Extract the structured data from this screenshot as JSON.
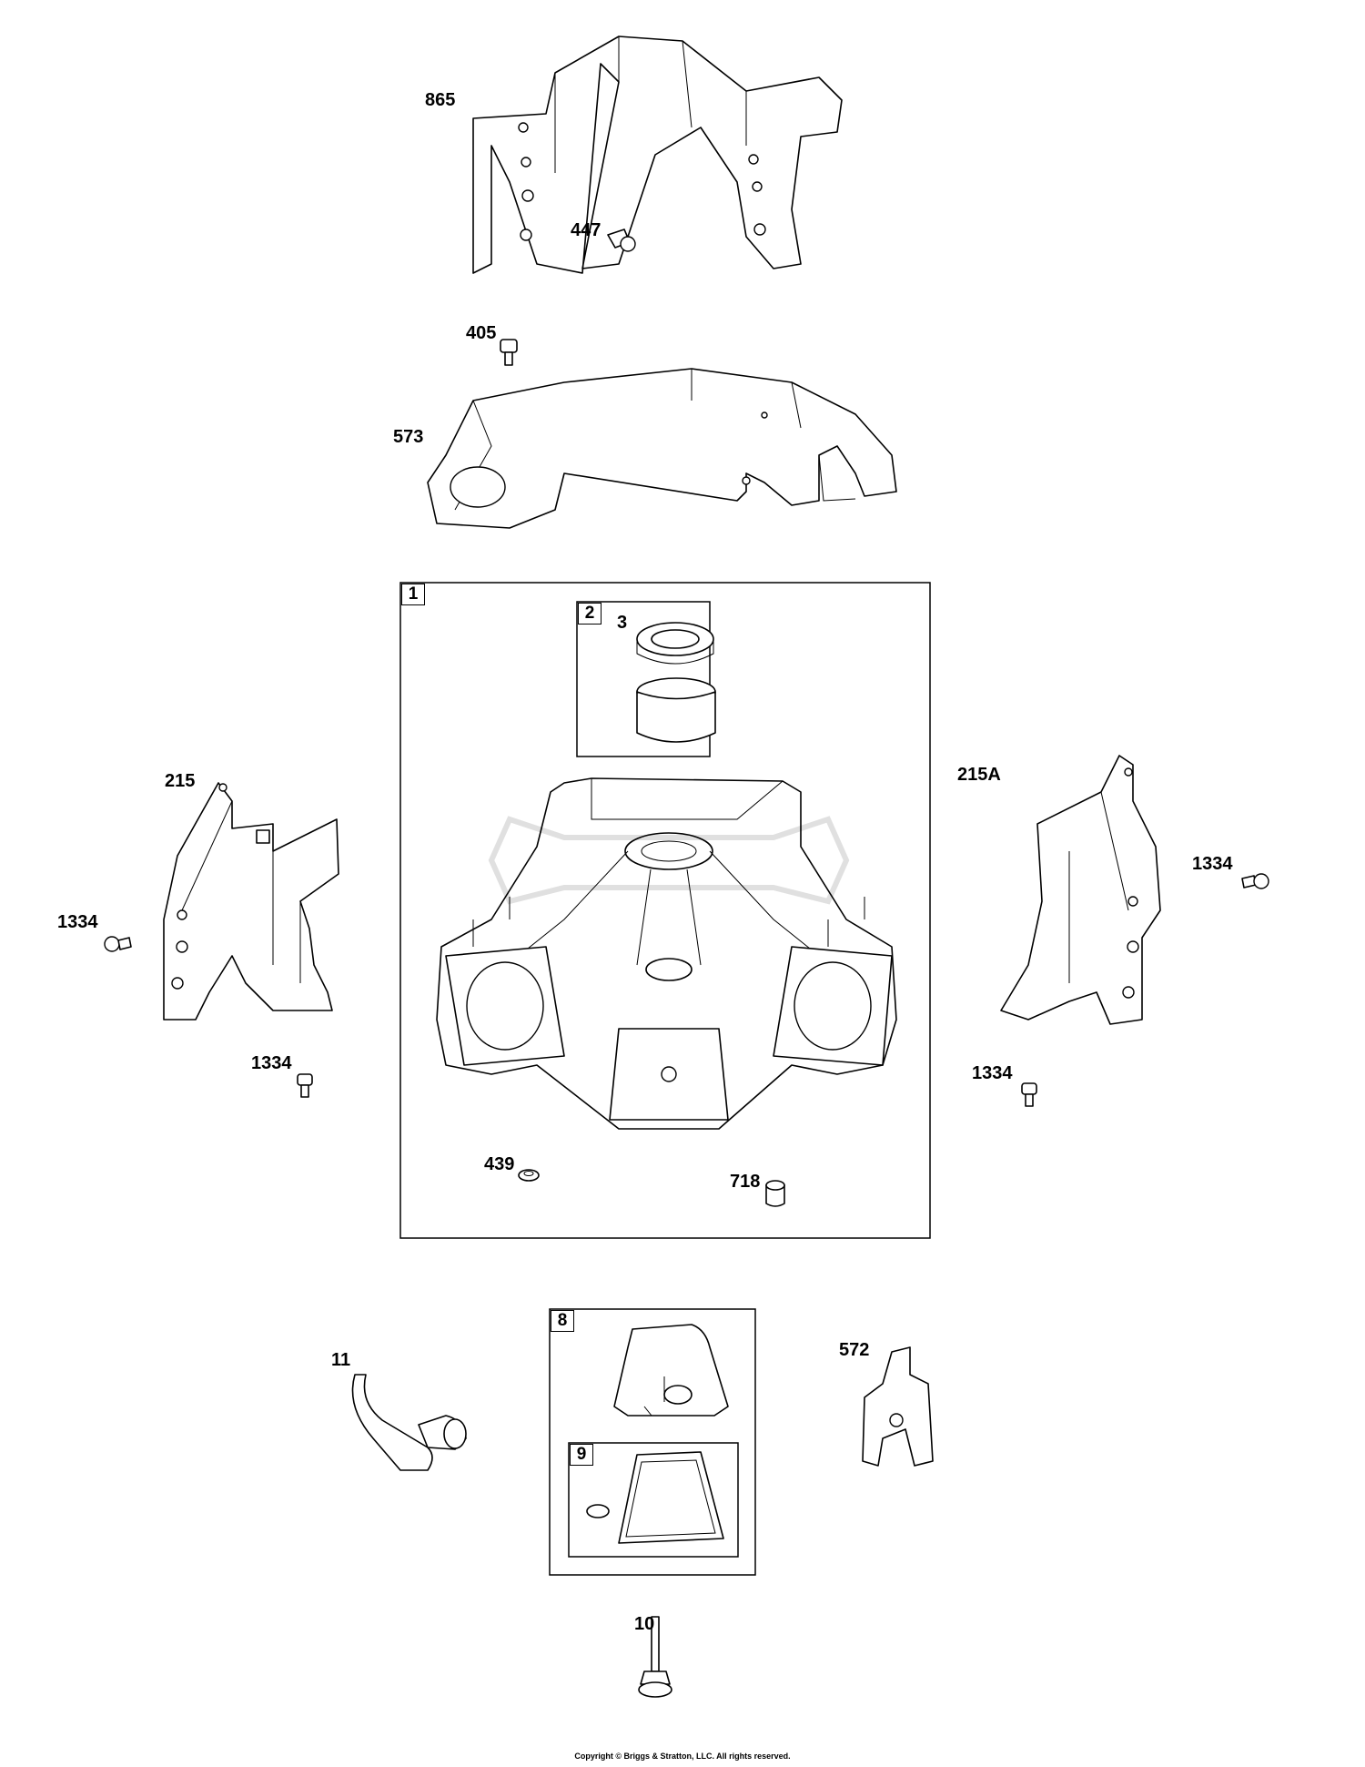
{
  "labels": {
    "p865": "865",
    "p447": "447",
    "p405": "405",
    "p573": "573",
    "p215": "215",
    "p215A": "215A",
    "p1334_left": "1334",
    "p1334_left_bottom": "1334",
    "p1334_right": "1334",
    "p1334_right_bottom": "1334",
    "p3": "3",
    "p439": "439",
    "p718": "718",
    "p11": "11",
    "p572": "572",
    "p10": "10"
  },
  "boxes": {
    "b1": "1",
    "b2": "2",
    "b8": "8",
    "b9": "9"
  },
  "footer": {
    "copyright": "Copyright © Briggs & Stratton, LLC. All rights reserved."
  }
}
